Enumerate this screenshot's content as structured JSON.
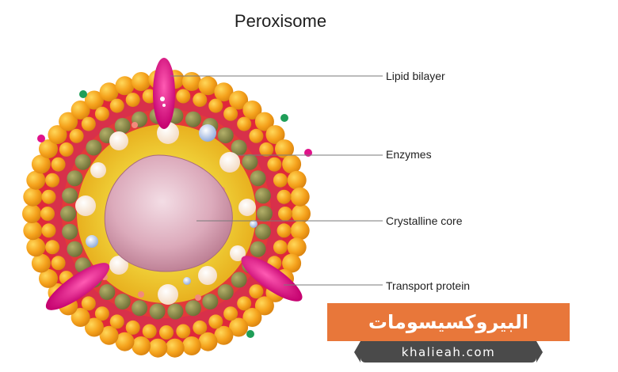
{
  "diagram": {
    "title": "Peroxisome",
    "labels": {
      "lipid_bilayer": "Lipid bilayer",
      "enzymes": "Enzymes",
      "crystalline_core": "Crystalline core",
      "transport_protein": "Transport protein"
    }
  },
  "banner": {
    "arabic_title": "البيروكسيسومات",
    "site": "khalieah.com"
  },
  "colors": {
    "outer_beads": "#f5a21c",
    "inner_beads": "#8a8a4a",
    "membrane_red": "#e0283a",
    "interior": "#e8c227",
    "core": "#d7a5b4",
    "transport_protein": "#e0128a",
    "banner": "#e8773a",
    "site_bar": "#4a4a4a"
  }
}
